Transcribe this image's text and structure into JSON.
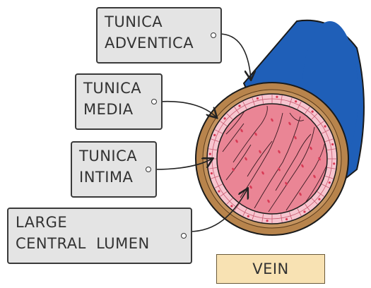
{
  "labels": {
    "adventica": [
      "TUNICA",
      "ADVENTICA"
    ],
    "media": [
      "TUNICA",
      "MEDIA"
    ],
    "intima": [
      "TUNICA",
      "INTIMA"
    ],
    "lumen": [
      "LARGE",
      "CENTRAL  LUMEN"
    ]
  },
  "title": "VEIN",
  "colors": {
    "outer_wall": "#1f5fb8",
    "adventitia_ring": "#b8844c",
    "media_ring": "#f7c5cf",
    "lumen_fill": "#ea8595",
    "cell_dot": "#d83a55",
    "tag_fill": "#e4e4e4",
    "title_fill": "#f8e2b3"
  }
}
